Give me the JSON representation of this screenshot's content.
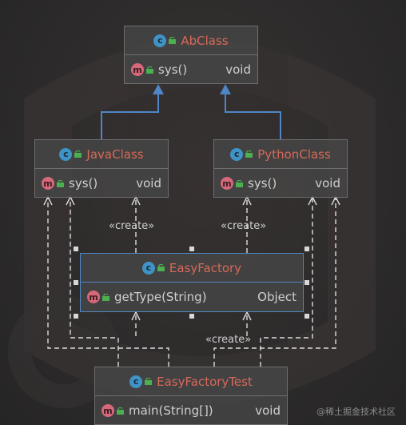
{
  "diagram": {
    "classes": [
      {
        "id": "abclass",
        "name": "AbClass",
        "methods": [
          {
            "name": "sys()",
            "type": "void"
          }
        ]
      },
      {
        "id": "javaclass",
        "name": "JavaClass",
        "methods": [
          {
            "name": "sys()",
            "type": "void"
          }
        ]
      },
      {
        "id": "pythonclass",
        "name": "PythonClass",
        "methods": [
          {
            "name": "sys()",
            "type": "void"
          }
        ]
      },
      {
        "id": "easyfactory",
        "name": "EasyFactory",
        "methods": [
          {
            "name": "getType(String)",
            "type": "Object"
          }
        ]
      },
      {
        "id": "easyfactorytest",
        "name": "EasyFactoryTest",
        "methods": [
          {
            "name": "main(String[])",
            "type": "void"
          }
        ]
      }
    ],
    "relations": [
      {
        "type": "generalization",
        "from": "javaclass",
        "to": "abclass"
      },
      {
        "type": "generalization",
        "from": "pythonclass",
        "to": "abclass"
      },
      {
        "type": "dependency",
        "from": "easyfactory",
        "to": "javaclass",
        "label": "«create»"
      },
      {
        "type": "dependency",
        "from": "easyfactory",
        "to": "pythonclass",
        "label": "«create»"
      },
      {
        "type": "dependency",
        "from": "easyfactorytest",
        "to": "easyfactory",
        "label": "«create»"
      },
      {
        "type": "dependency",
        "from": "easyfactorytest",
        "to": "javaclass"
      },
      {
        "type": "dependency",
        "from": "easyfactorytest",
        "to": "pythonclass"
      }
    ],
    "badges": {
      "class": "c",
      "method": "m"
    },
    "colors": {
      "class_name": "#d7695a",
      "generalization": "#4f86c6",
      "dependency": "#dcdcdc",
      "badge_class": "#3f93c6",
      "badge_method": "#d6687a",
      "visibility": "#4caf50"
    }
  },
  "watermark": "@稀土掘金技术社区"
}
